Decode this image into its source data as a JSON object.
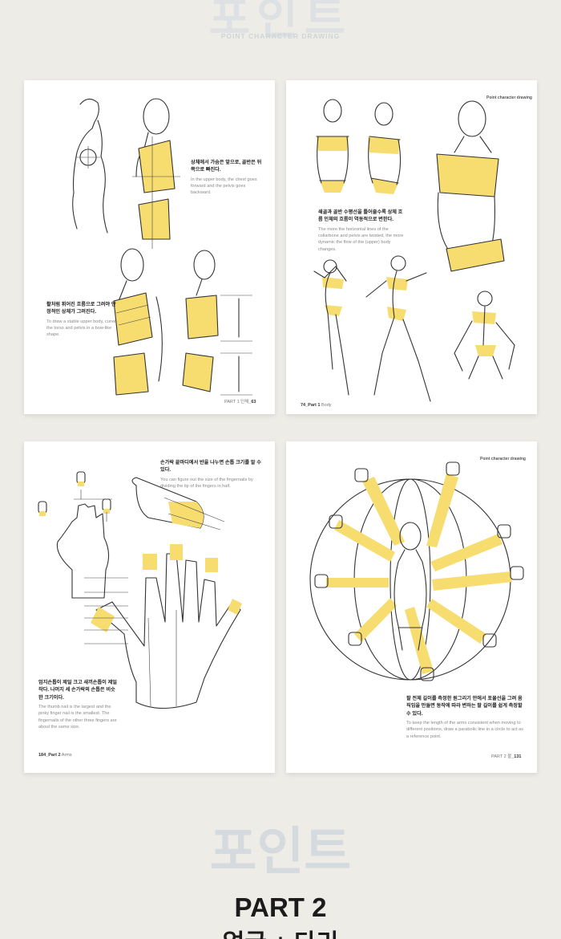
{
  "top_logo": {
    "glyphs": "포인트",
    "subtitle": "POINT CHARACTER DRAWING"
  },
  "pages": {
    "p1": {
      "header": "",
      "caption1": {
        "ko": "상체에서 가슴은 앞으로, 골반은 뒤쪽으로 빠진다.",
        "en": "In the upper body, the chest goes forward and the pelvis goes backward."
      },
      "caption2": {
        "ko": "활처럼 휘어진 흐름으로 그려야 안정적인 상체가 그려진다.",
        "en": "To draw a stable upper body, curve the torso and pelvis in a bow-like shape."
      },
      "folio_prefix": "PART 1 인체",
      "folio_num": "_63"
    },
    "p2": {
      "header": "Point character drawing",
      "caption1": {
        "ko": "쇄골과 골반 수평선을 틀어줄수록 상체 흐름 인체의 흐름이 역동적으로 변한다.",
        "en": "The more the horizontal lines of the collarbone and pelvis are twisted, the more dynamic the flow of the (upper) body changes."
      },
      "folio_prefix": "74",
      "folio_part": "_Part 1",
      "folio_text": " Body"
    },
    "p3": {
      "caption1": {
        "ko": "손가락 끝마디에서 반을 나누면 손톱 크기를 알 수 있다.",
        "en": "You can figure out the size of the fingernails by dividing the tip of the fingers in half."
      },
      "caption2": {
        "ko": "엄지손톱이 제일 크고 새끼손톱이 제일 작다. 나머지 세 손가락의 손톱은 비슷한 크기이다.",
        "en": "The thumb nail is the largest and the pinky finger nail is the smallest. The fingernails of the other three fingers are about the same size."
      },
      "folio_prefix": "184",
      "folio_part": "_Part 2",
      "folio_text": " Arms"
    },
    "p4": {
      "header": "Point character drawing",
      "caption1": {
        "ko": "팔 전체 길이를 측정한 원그리기 안에서 포물선을 그려 움직임을 만들면 동작에 따라 변하는 팔 길이를 쉽게 측정할 수 있다.",
        "en": "To keep the length of the arms consistent when moving to different positions, draw a parabolic line in a circle to act as a reference point."
      },
      "folio_prefix": "PART 2 팔",
      "folio_num": "_131"
    }
  },
  "bottom_logo": {
    "glyphs": "포인트"
  },
  "part_title": "PART 2",
  "part_subtitle": "얼굴 + 다리",
  "colors": {
    "background": "#eeece7",
    "highlight": "#f7dc6f",
    "ink": "#333333"
  }
}
